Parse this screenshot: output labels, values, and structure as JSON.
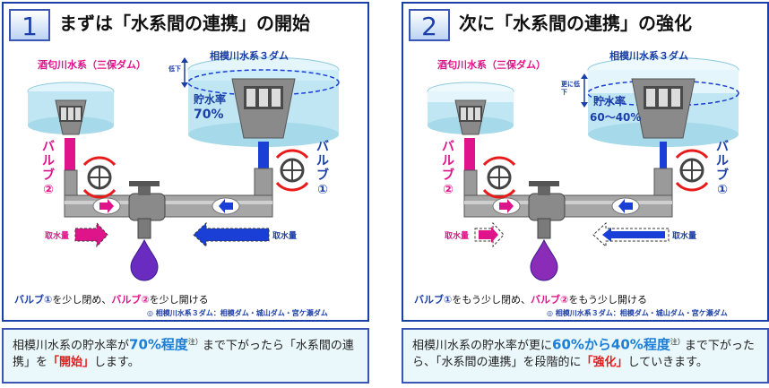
{
  "panels": [
    {
      "number": "1",
      "title": "まずは「水系間の連携」の開始",
      "small_dam": "酒匂川水系（三保ダム）",
      "big_dam": "相模川水系３ダム",
      "drop_label": "低下",
      "storage_label": "貯水率",
      "storage_value": "70%",
      "valve1": "バルブ①",
      "valve2": "バルブ②",
      "intake_left": "取水量",
      "intake_right": "取水量",
      "caption_v1": "バルブ①",
      "caption_mid": "を少し閉め、",
      "caption_v2": "バルブ②",
      "caption_end": "を少し開ける",
      "note": "◎ 相模川水系３ダム：相模ダム・城山ダム・宮ケ瀬ダム",
      "desc": {
        "pre": "相模川水系の貯水率が",
        "highlight": "70%程度",
        "sup": "注）",
        "mid": "まで下がったら「水系間の連携」を",
        "emph": "「開始」",
        "post": "します。"
      }
    },
    {
      "number": "2",
      "title": "次に「水系間の連携」の強化",
      "small_dam": "酒匂川水系（三保ダム）",
      "big_dam": "相模川水系３ダム",
      "drop_label": "更に低下",
      "storage_label": "貯水率",
      "storage_value": "60～40%",
      "valve1": "バルブ①",
      "valve2": "バルブ②",
      "intake_left": "取水量",
      "intake_right": "取水量",
      "caption_v1": "バルブ①",
      "caption_mid": "をもう少し閉め、",
      "caption_v2": "バルブ②",
      "caption_end": "をもう少し開ける",
      "note": "◎ 相模川水系３ダム：相模ダム・城山ダム・宮ケ瀬ダム",
      "desc": {
        "pre": "相模川水系の貯水率が更に",
        "highlight": "60%から40%程度",
        "sup": "注）",
        "mid": "まで下がったら、「水系間の連携」を段階的に",
        "emph": "「強化」",
        "post": "していきます。"
      }
    }
  ],
  "colors": {
    "frame": "#1b3fa8",
    "magenta": "#e0148a",
    "blue_arrow": "#1a3fd6",
    "valve_red": "#e81a1a",
    "water": "#bfe6f2"
  }
}
